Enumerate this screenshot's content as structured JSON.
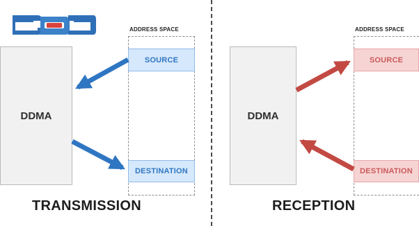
{
  "colors": {
    "transmission_accent": "#2f76c2",
    "reception_accent": "#c24a43",
    "divider": "#4a4a4a"
  },
  "logo": {
    "icon": "chain-link-logo"
  },
  "transmission": {
    "title": "TRANSMISSION",
    "block_label": "DDMA",
    "address_space_label": "ADDRESS SPACE",
    "source_label": "SOURCE",
    "destination_label": "DESTINATION"
  },
  "reception": {
    "title": "RECEPTION",
    "block_label": "DDMA",
    "address_space_label": "ADDRESS SPACE",
    "source_label": "SOURCE",
    "destination_label": "DESTINATION"
  }
}
